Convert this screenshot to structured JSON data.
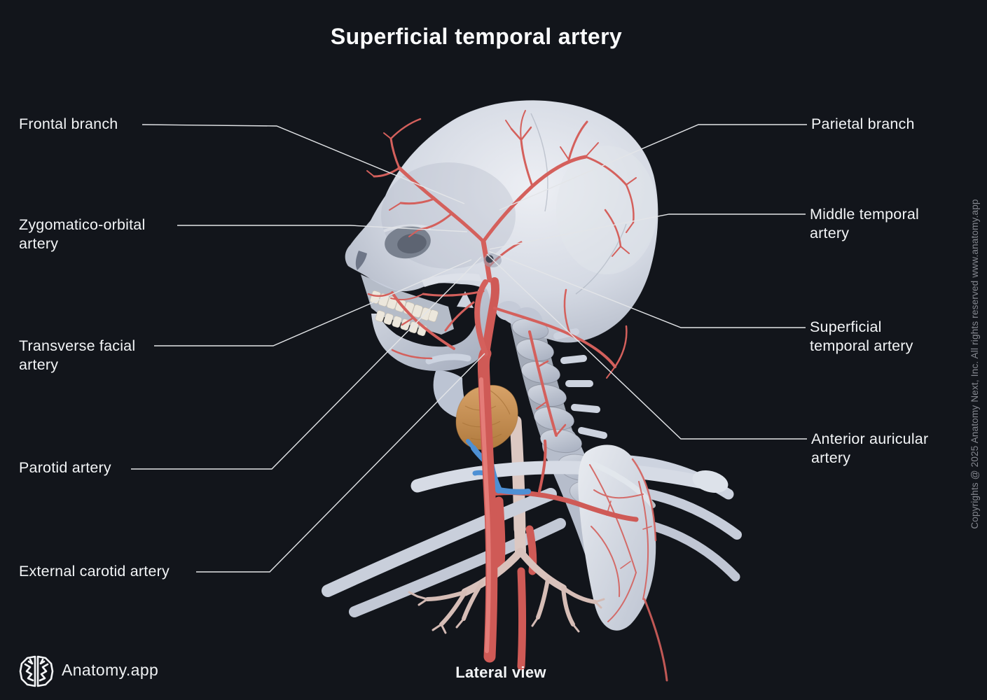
{
  "title": "Superficial temporal artery",
  "view_caption": "Lateral view",
  "brand": {
    "name": "Anatomy.app"
  },
  "copyright": "Copyrights @ 2025 Anatomy Next, Inc. All rights reserved www.anatomy.app",
  "labels": {
    "frontal_branch": "Frontal branch",
    "zygomatico_orbital": "Zygomatico-orbital artery",
    "transverse_facial": "Transverse facial artery",
    "parotid": "Parotid artery",
    "external_carotid": "External carotid artery",
    "parietal_branch": "Parietal branch",
    "middle_temporal": "Middle temporal artery",
    "superficial_temporal": "Superficial temporal artery",
    "anterior_auricular": "Anterior auricular artery"
  },
  "colors": {
    "background": "#12151b",
    "label_text": "#f2f4f6",
    "leader_line": "#e3e5e8",
    "artery": "#d4605c",
    "bone": "#ccd2dd",
    "thyroid": "#c98f56",
    "vein": "#4e90d4",
    "bronchi": "#d9c2bc",
    "copyright_text": "#84878f"
  }
}
